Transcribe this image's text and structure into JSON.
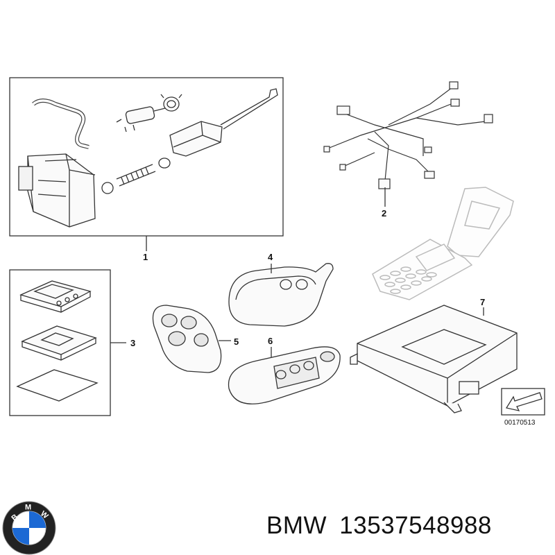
{
  "callouts": {
    "c1": "1",
    "c2": "2",
    "c3": "3",
    "c4": "4",
    "c5": "5",
    "c6": "6",
    "c7": "7"
  },
  "reference_number": "00170513",
  "caption": {
    "brand": "BMW",
    "part_number": "13537548988"
  },
  "logo_text": "BMW",
  "colors": {
    "line": "#333333",
    "phone": "#bbbbbb",
    "logo_blue": "#1c69d4",
    "logo_ring": "#222222"
  }
}
